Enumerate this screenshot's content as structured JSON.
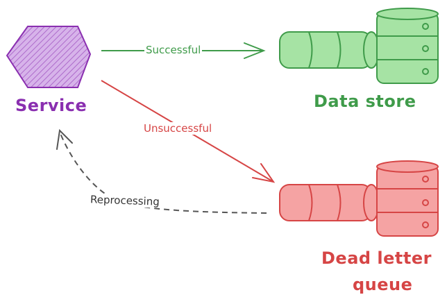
{
  "nodes": {
    "service": {
      "label": "Service",
      "icon": "hexagon-icon",
      "stroke": "#8a2fb0",
      "fill": "#b57cd6",
      "text_color": "#8a2fb0"
    },
    "data_store": {
      "label": "Data store",
      "icon": "database-icon",
      "stroke": "#3f9b4a",
      "fill": "#a6e3a4",
      "text_color": "#3f9b4a"
    },
    "dead_letter_queue": {
      "label_line1": "Dead letter",
      "label_line2": "queue",
      "icon": "database-icon",
      "stroke": "#d64545",
      "fill": "#f5a3a3",
      "text_color": "#d64545"
    }
  },
  "edges": {
    "successful": {
      "label": "Successful",
      "color": "#3f9b4a",
      "style": "solid"
    },
    "unsuccessful": {
      "label": "Unsuccessful",
      "color": "#d64545",
      "style": "solid"
    },
    "reprocessing": {
      "label": "Reprocessing",
      "color": "#555555",
      "style": "dashed",
      "label_color": "#333333"
    }
  }
}
